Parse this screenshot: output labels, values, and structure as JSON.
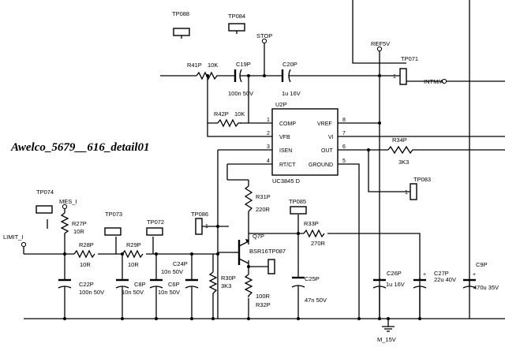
{
  "title": "Awelco_5679__616_detail01",
  "test_points": {
    "tp088": "TP088",
    "tp084": "TP084",
    "tp071": "TP071",
    "tp083": "TP083",
    "tp074": "TP074",
    "tp073": "TP073",
    "tp072": "TP072",
    "tp086": "TP086",
    "tp085": "TP085",
    "tp087": "TP087"
  },
  "nets": {
    "stop": "STOP",
    "ref5v": "REF5V",
    "intm_a": "INTM/A",
    "mes_i": "MES_I",
    "limit_i": "LIMIT_I",
    "m_15v": "M_15V"
  },
  "ic": {
    "ref": "U2P",
    "part": "UC3845 D",
    "pins": {
      "comp": "COMP",
      "vfb": "VFB",
      "isen": "ISEN",
      "rt_ct": "RT/CT",
      "vref": "VREF",
      "vi": "VI",
      "out": "OUT",
      "ground": "GROUND"
    },
    "pin_numbers": {
      "comp": "1",
      "vfb": "2",
      "isen": "3",
      "rt_ct": "4",
      "vref": "8",
      "vi": "7",
      "out": "6",
      "ground": "5"
    }
  },
  "transistor": {
    "ref": "Q7P",
    "part": "BSR16"
  },
  "pin1_marks": {
    "tp071": "1",
    "tp083": "1",
    "tp086": "1"
  },
  "components": {
    "r41p": {
      "ref": "R41P",
      "value": "10K"
    },
    "c19p": {
      "ref": "C19P",
      "value": "100n 50V"
    },
    "c20p": {
      "ref": "C20P",
      "value": "1u 16V"
    },
    "r42p": {
      "ref": "R42P",
      "value": "10K"
    },
    "r34p": {
      "ref": "R34P",
      "value": "3K3"
    },
    "r27p": {
      "ref": "R27P",
      "value": "10R"
    },
    "r28p": {
      "ref": "R28P",
      "value": "10R"
    },
    "r29p": {
      "ref": "R29P",
      "value": "10R"
    },
    "r31p": {
      "ref": "R31P",
      "value": "220R"
    },
    "r33p": {
      "ref": "R33P",
      "value": "270R"
    },
    "r30p": {
      "ref": "R30P",
      "value": "3K3"
    },
    "r32p": {
      "ref": "R32P",
      "value": "100R"
    },
    "c22p": {
      "ref": "C22P",
      "value": "100n 50V"
    },
    "c8p": {
      "ref": "C8P",
      "value": "10n 50V"
    },
    "c6p": {
      "ref": "C6P",
      "value": "10n 50V"
    },
    "c24p": {
      "ref": "C24P",
      "value": "10n 50V"
    },
    "c25p": {
      "ref": "C25P",
      "value": "47n 50V"
    },
    "c26p": {
      "ref": "C26P",
      "value": "1u 16V"
    },
    "c27p": {
      "ref": "C27P",
      "value": "22u 40V"
    },
    "c9p": {
      "ref": "C9P",
      "value": "470u 35V"
    }
  }
}
